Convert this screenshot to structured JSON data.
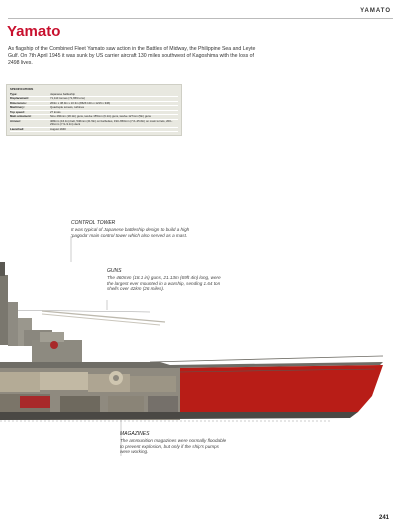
{
  "running_head": "YAMATO",
  "title": "Yamato",
  "intro": "As flagship of the Combined Fleet Yamato saw action in the Battles of Midway, the Philippine Sea and Leyte Gulf. On 7th April 1945 it was sunk by US carrier aircraft 130 miles southwest of Kagoshima with the loss of 2498 lives.",
  "specs": {
    "heading": "SPECIFICATIONS",
    "rows": [
      {
        "k": "Type:",
        "v": "Japanese battleship"
      },
      {
        "k": "Displacement:",
        "v": "71,110 tonnes (71,659 tons)"
      },
      {
        "k": "Dimensions:",
        "v": "263m x 38.9m x 10.3m (862ft 10in x 121ft x 34ft)"
      },
      {
        "k": "Machinery:",
        "v": "Quadruple screws, turbines"
      },
      {
        "k": "Top speed:",
        "v": "27 knots"
      },
      {
        "k": "Main armament:",
        "v": "Nine 460mm (18.1in) guns, twelve 155mm (6.1in) guns, twelve 127mm (5in) guns"
      },
      {
        "k": "Armour:",
        "v": "408mm (16.1in) belt, 546mm (21.5in) on barbettes, 193–650mm (7.6–25.6in) on main turrets, 200–231mm (7.9–9.1in) deck"
      },
      {
        "k": "Launched:",
        "v": "August 1940"
      }
    ]
  },
  "callouts": {
    "tower": {
      "label": "CONTROL TOWER",
      "text": "It was typical of Japanese battleship design to build a high 'pagoda' main control tower which also served as a mast."
    },
    "guns": {
      "label": "GUNS",
      "text": "The 460mm (18.1 in) guns, 21.13m (69ft 4in) long, were the largest ever mounted in a warship, sending 1.64 ton shells over 42km (26 miles)."
    },
    "magazines": {
      "label": "MAGAZINES",
      "text": "The ammunition magazines were normally floodable to prevent explosion, but only if the ship's pumps were working."
    }
  },
  "colors": {
    "accent": "#c8102e",
    "hull_red": "#b81d17",
    "hull_gray": "#6f6d66"
  },
  "folio": "241"
}
